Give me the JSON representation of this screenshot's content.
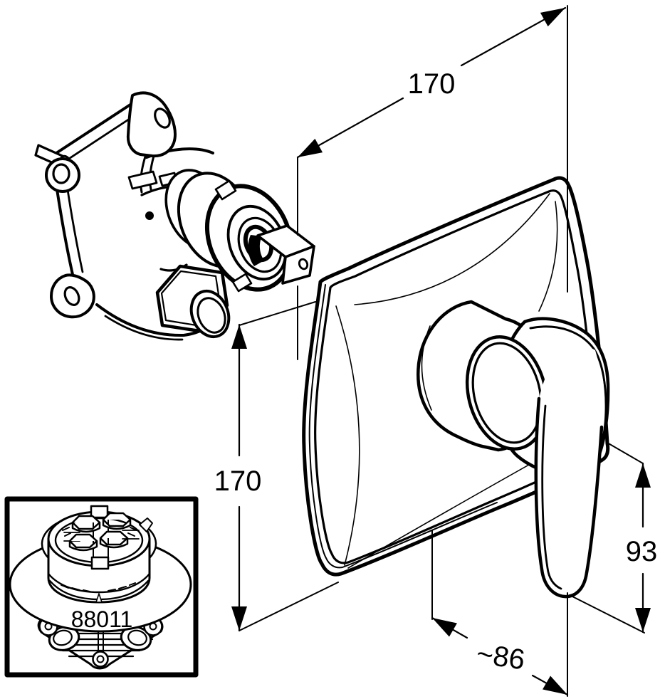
{
  "colors": {
    "line": "#000000",
    "background": "#ffffff"
  },
  "dimensions": {
    "plate_width_top": "170",
    "plate_height_left": "170",
    "handle_length_right": "93",
    "projection_depth_bottom": "~86"
  },
  "inset": {
    "part_number": "88011"
  }
}
